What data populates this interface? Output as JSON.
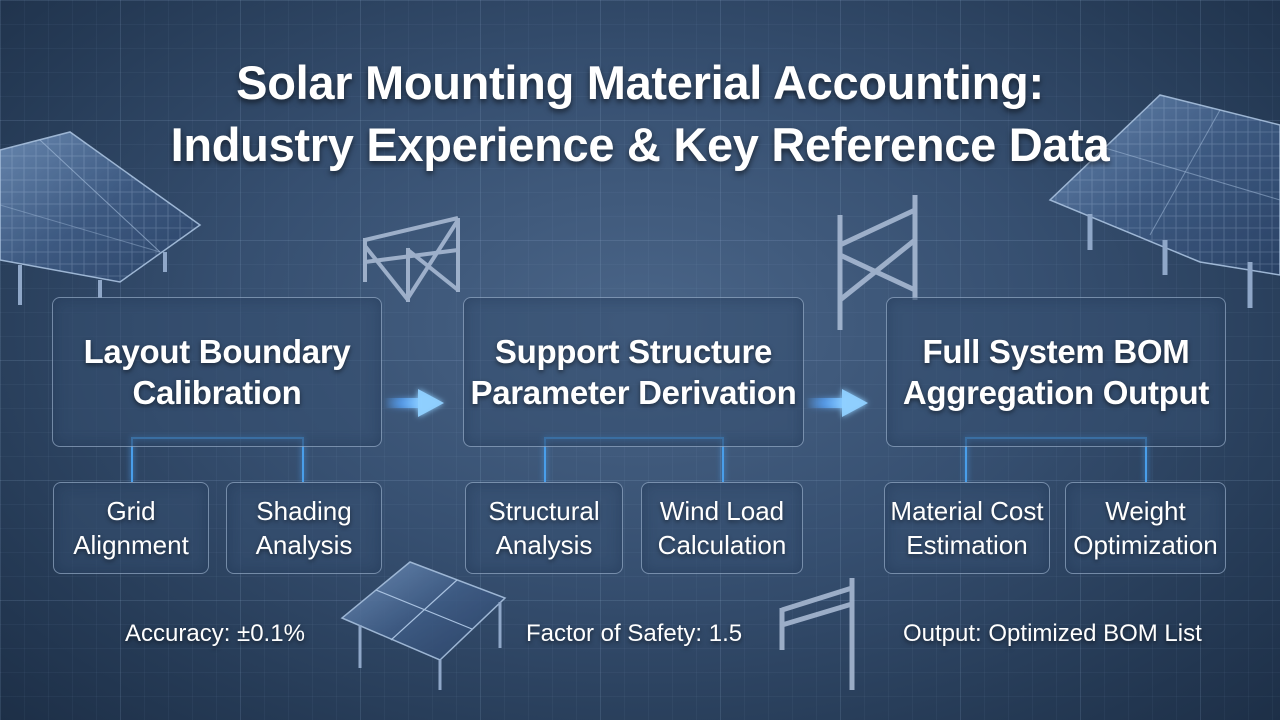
{
  "title": {
    "line1": "Solar Mounting Material Accounting:",
    "line2": "Industry Experience & Key Reference Data"
  },
  "stages": [
    {
      "title_lines": [
        "Layout Boundary",
        "Calibration"
      ],
      "subs": [
        {
          "lines": [
            "Grid",
            "Alignment"
          ]
        },
        {
          "lines": [
            "Shading",
            "Analysis"
          ]
        }
      ],
      "footer": "Accuracy: ±0.1%"
    },
    {
      "title_lines": [
        "Support Structure",
        "Parameter Derivation"
      ],
      "subs": [
        {
          "lines": [
            "Structural",
            "Analysis"
          ]
        },
        {
          "lines": [
            "Wind Load",
            "Calculation"
          ]
        }
      ],
      "footer": "Factor of Safety: 1.5"
    },
    {
      "title_lines": [
        "Full System BOM",
        "Aggregation Output"
      ],
      "subs": [
        {
          "lines": [
            "Material Cost",
            "Estimation"
          ]
        },
        {
          "lines": [
            "Weight",
            "Optimization"
          ]
        }
      ],
      "footer": "Output: Optimized BOM List"
    }
  ],
  "colors": {
    "accent_glow": "#5aa8ff",
    "connector": "#4a9eea",
    "box_border": "#c8dcf5",
    "text": "#ffffff"
  },
  "icons": [
    "solar-panel-array-icon",
    "steel-frame-icon",
    "arrow-right-icon"
  ]
}
